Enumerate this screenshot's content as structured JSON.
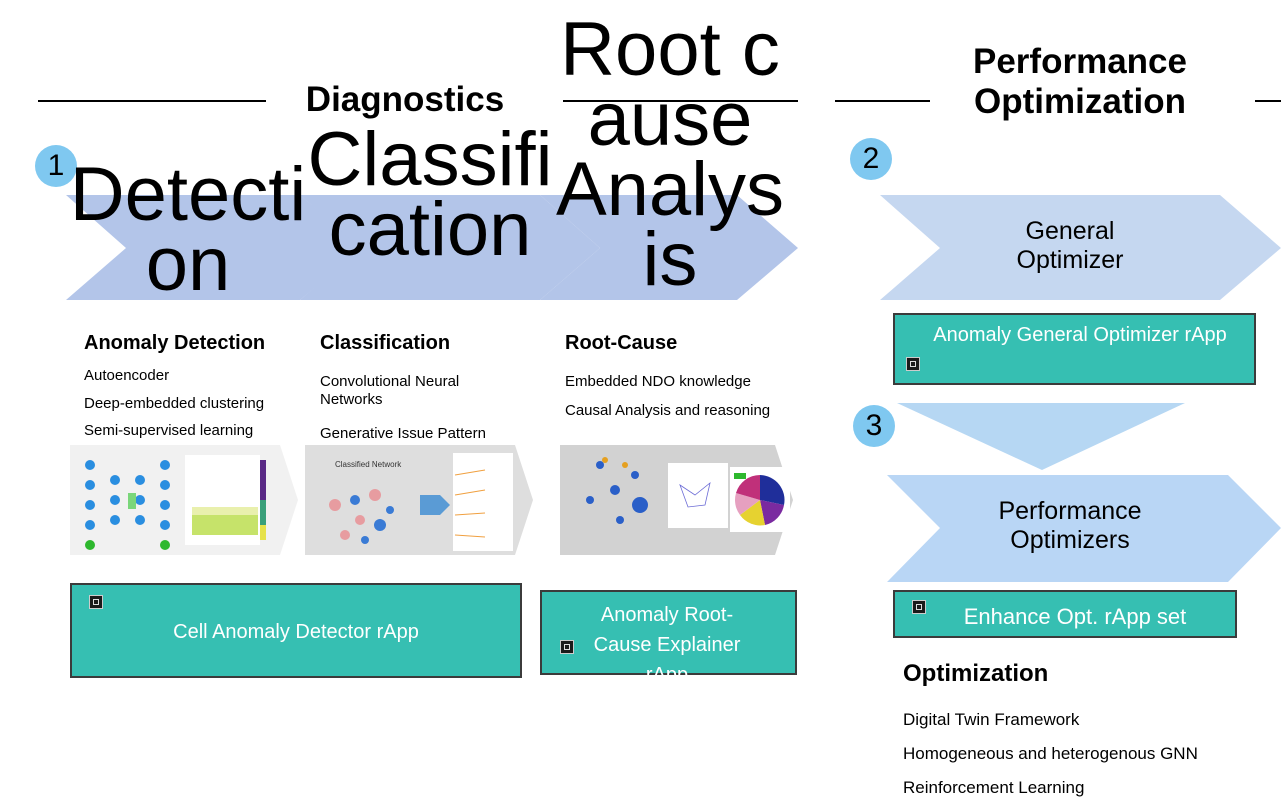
{
  "sections": {
    "diagnostics": "Diagnostics",
    "performance": "Performance Optimization"
  },
  "steps": [
    "1",
    "2",
    "3"
  ],
  "chevrons": {
    "detection": "Detection",
    "classification": "Classification",
    "root_cause": "Root cause Analysis",
    "general_optimizer": "General Optimizer",
    "performance_optimizers": "Performance Optimizers"
  },
  "columns": {
    "anomaly": {
      "heading": "Anomaly Detection",
      "items": [
        "Autoencoder",
        "Deep-embedded clustering",
        "Semi-supervised learning"
      ]
    },
    "classification": {
      "heading": "Classification",
      "items": [
        "Convolutional Neural Networks",
        "Generative Issue Pattern"
      ]
    },
    "root_cause": {
      "heading": "Root-Cause",
      "items": [
        "Embedded NDO knowledge",
        "Causal Analysis and reasoning"
      ]
    }
  },
  "rapps": {
    "cell_anomaly": "Cell Anomaly Detector rApp",
    "root_cause_explainer": "Anomaly Root-Cause Explainer rApp",
    "general_optimizer": "Anomaly General Optimizer rApp",
    "enhance": "Enhance Opt. rApp set"
  },
  "optimization": {
    "heading": "Optimization",
    "items": [
      "Digital Twin Framework",
      "Homogeneous and heterogenous GNN",
      "Reinforcement Learning"
    ]
  },
  "thumb_labels": {
    "classified_network": "Classified Network"
  },
  "colors": {
    "chevron_light": "#b3c5e9",
    "chevron_blue": "#c5d7f0",
    "rapp_teal": "#36bfb2",
    "step_circle": "#7fc8f0"
  }
}
